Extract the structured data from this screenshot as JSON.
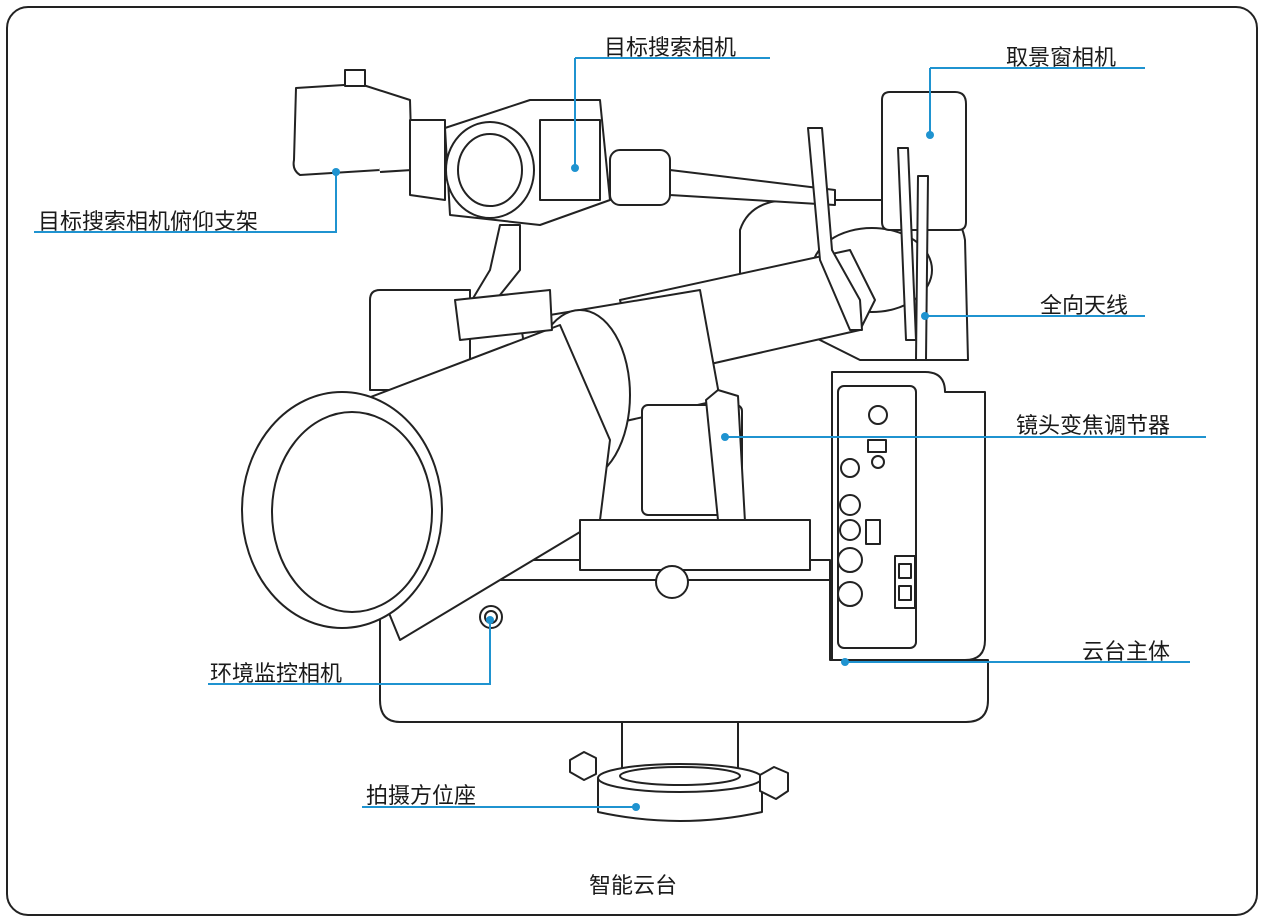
{
  "colors": {
    "leader": "#1f93d0",
    "outline": "#222222",
    "frame": "#222222"
  },
  "labels": {
    "search_camera": "目标搜索相机",
    "viewfinder_camera": "取景窗相机",
    "search_camera_tilt_bracket": "目标搜索相机俯仰支架",
    "omni_antenna": "全向天线",
    "lens_zoom_adjuster": "镜头变焦调节器",
    "gimbal_body": "云台主体",
    "env_monitor_camera": "环境监控相机",
    "shooting_azimuth_base": "拍摄方位座"
  },
  "caption": "智能云台"
}
